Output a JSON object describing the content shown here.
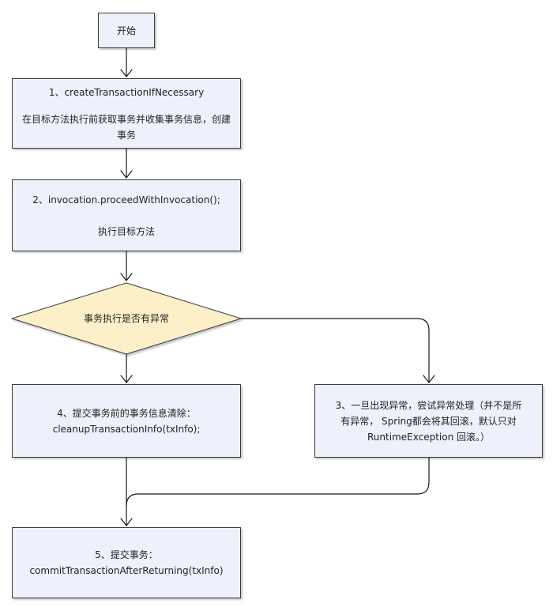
{
  "diagram": {
    "start": {
      "label": "开始"
    },
    "step1": {
      "title": "1、createTransactionIfNecessary",
      "desc_line1": "在目标方法执行前获取事务并收集事务信息，创建",
      "desc_line2": "事务"
    },
    "step2": {
      "title": "2、invocation.proceedWithInvocation();",
      "desc": "执行目标方法"
    },
    "decision": {
      "label": "事务执行是否有异常"
    },
    "step4": {
      "line1": "4、提交事务前的事务信息清除：",
      "line2": "cleanupTransactionInfo(txInfo);"
    },
    "step3": {
      "line1": "3、一旦出现异常，尝试异常处理（并不是所",
      "line2": "有异常， Spring都会将其回滚，默认只对",
      "line3": "RuntimeException 回滚。）"
    },
    "step5": {
      "line1": "5、提交事务：",
      "line2": "commitTransactionAfterReturning(txInfo)"
    },
    "colors": {
      "box_fill": "#eef1fb",
      "decision_fill": "#fdf0c8",
      "stroke": "#3a3a3a"
    }
  }
}
